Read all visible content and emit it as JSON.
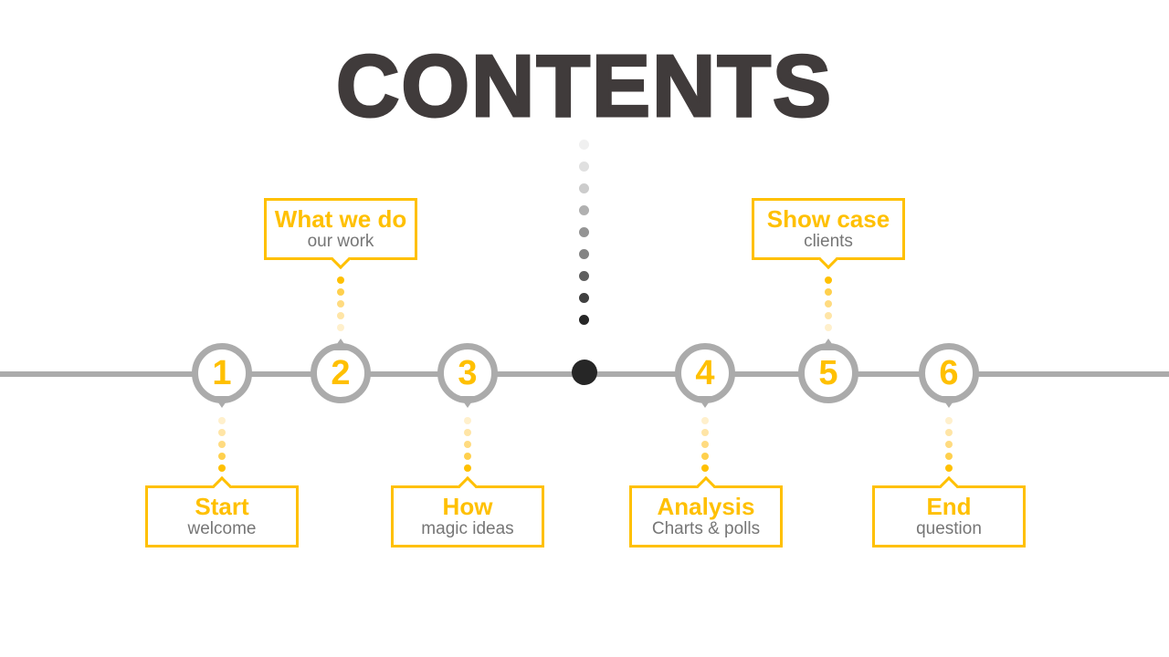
{
  "slide_title": "CONTENTS",
  "colors": {
    "accent_yellow": "#ffc000",
    "timeline_gray": "#ababab",
    "subtitle_gray": "#767676",
    "title_dark": "#403b3b",
    "center_dot_black": "#262626"
  },
  "items": [
    {
      "number": "1",
      "title": "Start",
      "subtitle": "welcome",
      "position": "below"
    },
    {
      "number": "2",
      "title": "What we do",
      "subtitle": "our work",
      "position": "above"
    },
    {
      "number": "3",
      "title": "How",
      "subtitle": "magic ideas",
      "position": "below"
    },
    {
      "number": "4",
      "title": "Analysis",
      "subtitle": "Charts & polls",
      "position": "below"
    },
    {
      "number": "5",
      "title": "Show case",
      "subtitle": "clients",
      "position": "above"
    },
    {
      "number": "6",
      "title": "End",
      "subtitle": "question",
      "position": "below"
    }
  ]
}
